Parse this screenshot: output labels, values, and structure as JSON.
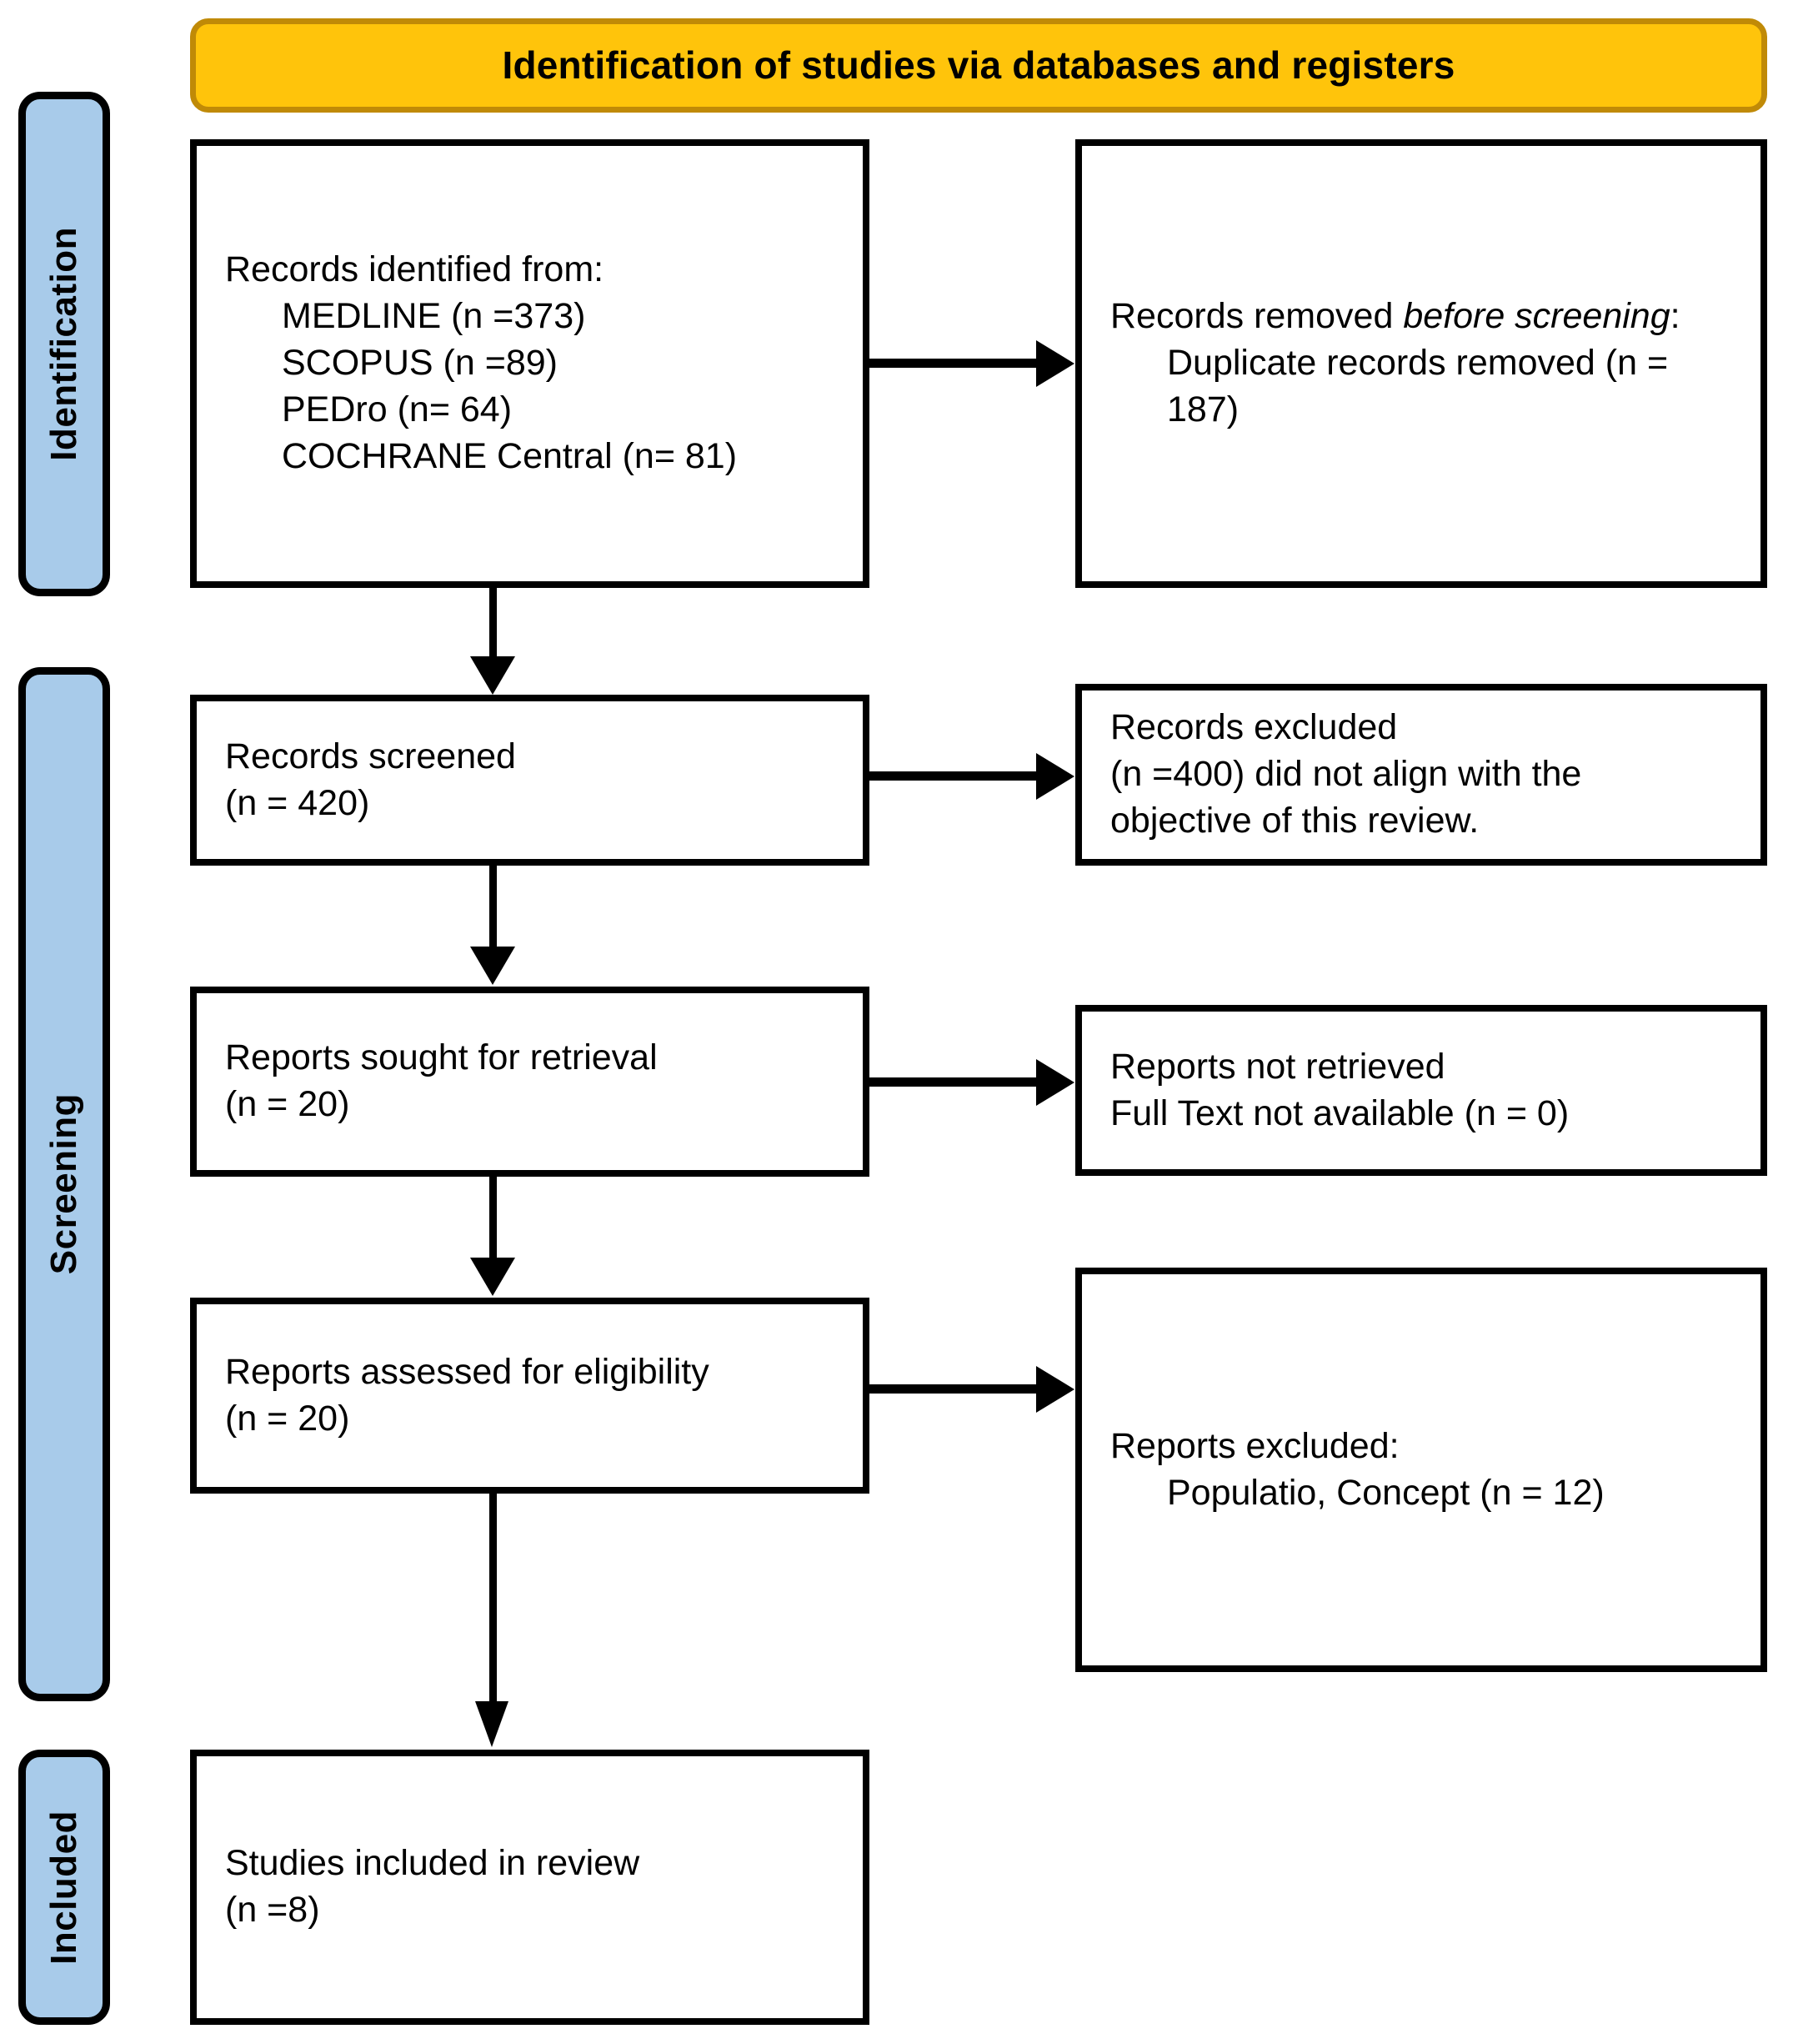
{
  "header": {
    "title": "Identification of studies via databases and registers"
  },
  "stages": [
    {
      "id": "identification",
      "label": "Identification"
    },
    {
      "id": "screening",
      "label": "Screening"
    },
    {
      "id": "included",
      "label": "Included"
    }
  ],
  "boxes": {
    "records_identified": {
      "title": "Records identified from:",
      "sources": [
        {
          "name": "MEDLINE",
          "n_text": "(n =373)",
          "line": "MEDLINE (n =373)"
        },
        {
          "name": "SCOPUS",
          "n_text": "(n =89)",
          "line": "SCOPUS (n =89)"
        },
        {
          "name": "PEDro",
          "n_text": "(n= 64)",
          "line": "PEDro (n= 64)"
        },
        {
          "name": "COCHRANE Central",
          "n_text": "(n= 81)",
          "line": "COCHRANE Central (n= 81)"
        }
      ]
    },
    "records_removed": {
      "title_lead": "Records removed ",
      "title_italic": "before screening",
      "title_tail": ":",
      "detail": "Duplicate records removed (n = 187)"
    },
    "records_screened": {
      "line1": "Records screened",
      "line2": "(n = 420)"
    },
    "records_excluded": {
      "line1": "Records excluded",
      "line2": "(n =400) did not align with the",
      "line3": "objective of this review."
    },
    "reports_sought": {
      "line1": "Reports sought for retrieval",
      "line2": "(n = 20)"
    },
    "reports_not_retrieved": {
      "line1": "Reports not retrieved",
      "line2": "Full Text not available (n = 0)"
    },
    "reports_assessed": {
      "line1": "Reports assessed for eligibility",
      "line2": "(n = 20)"
    },
    "reports_excluded": {
      "title": "Reports excluded:",
      "reason": "Populatio, Concept (n = 12)"
    },
    "studies_included": {
      "line1": "Studies included in review",
      "line2": "(n =8)"
    }
  },
  "colors": {
    "banner_fill": "#FFC40B",
    "banner_border": "#C08A07",
    "stage_fill": "#A8CBEA",
    "box_border": "#000000",
    "text": "#000000"
  }
}
